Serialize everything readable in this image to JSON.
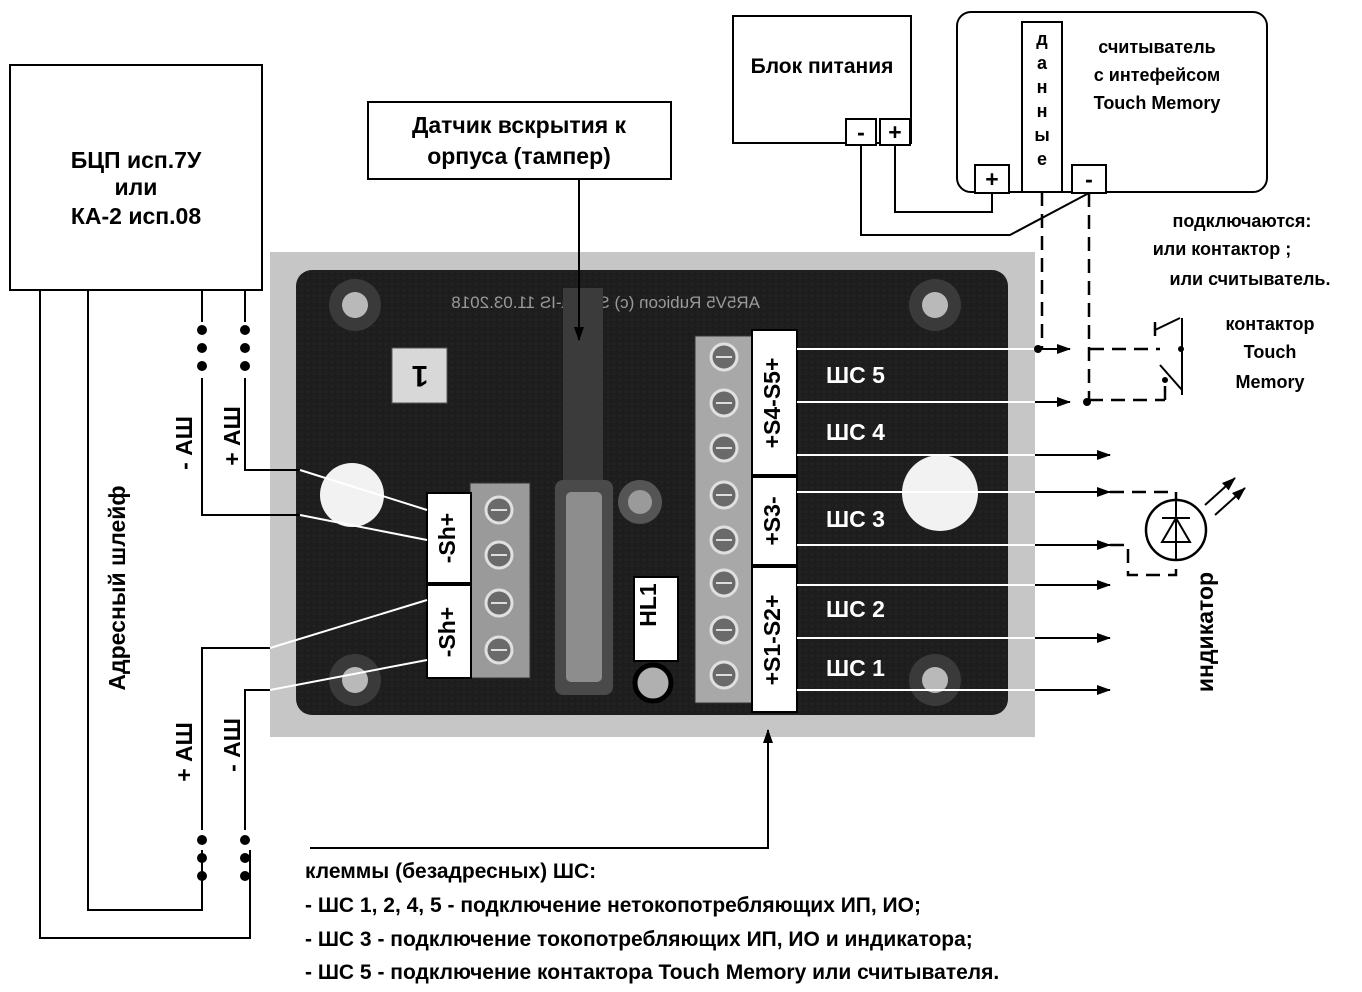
{
  "panel": {
    "line1": "БЦП исп.7У",
    "line2": "или",
    "line3": "КА-2 исп.08"
  },
  "tamper_label": {
    "line1": "Датчик вскрытия к",
    "line2": "орпуса (тампер)"
  },
  "power_supply": {
    "title": "Блок питания",
    "minus": "-",
    "plus": "+"
  },
  "reader": {
    "line1": "считыватель",
    "line2": "с интефейсом",
    "line3": "Touch Memory",
    "data_letters": [
      "д",
      "а",
      "н",
      "н",
      "ы",
      "е"
    ],
    "plus": "+",
    "minus": "-"
  },
  "connect_note": {
    "line1": "подключаются:",
    "line2": "или контактор ;",
    "line3": "или считыватель."
  },
  "contactor": {
    "line1": "контактор",
    "line2": "Touch",
    "line3": "Memory"
  },
  "indicator_label": "индикатор",
  "address_loop_label": "Адресный шлейф",
  "ash_labels": {
    "minus": "- АШ",
    "plus": "+ АШ"
  },
  "board": {
    "silkscreen": "AR5V5 Rubicon (c) Sigma-IS 11.03.2018",
    "marker": "1",
    "led": "HL1",
    "sh_upper": {
      "a": "-Sh+"
    },
    "sh_lower": {
      "a": "-Sh+"
    },
    "terminal_groups": [
      "+S4-S5+",
      "+S3-",
      "+S1-S2+"
    ],
    "loops": [
      "ШС 5",
      "ШС 4",
      "ШС 3",
      "ШС 2",
      "ШС 1"
    ]
  },
  "notes": {
    "title": "клеммы (безадресных) ШС:",
    "line1": "- ШС 1, 2, 4, 5 - подключение нетокопотребляющих ИП, ИО;",
    "line2": "- ШС 3 - подключение токопотребляющих ИП, ИО и индикатора;",
    "line3": "- ШС 5 - подключение контактора Touch Memory или считывателя."
  }
}
